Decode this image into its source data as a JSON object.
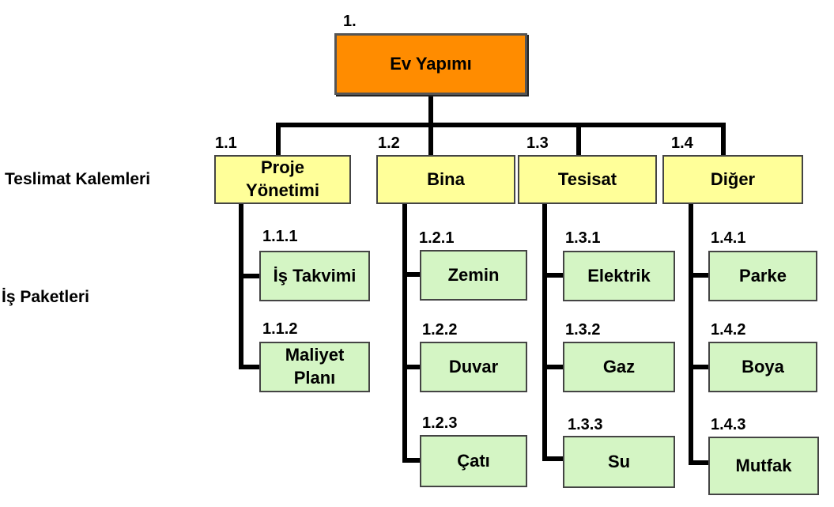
{
  "side_labels": {
    "deliverables": "Teslimat Kalemleri",
    "work_packages": "İş Paketleri"
  },
  "root": {
    "number": "1.",
    "label": "Ev Yapımı"
  },
  "level2": [
    {
      "number": "1.1",
      "label_line1": "Proje",
      "label_line2": "Yönetimi"
    },
    {
      "number": "1.2",
      "label": "Bina"
    },
    {
      "number": "1.3",
      "label": "Tesisat"
    },
    {
      "number": "1.4",
      "label": "Diğer"
    }
  ],
  "level3": {
    "proje": [
      {
        "number": "1.1.1",
        "label": "İş Takvimi"
      },
      {
        "number": "1.1.2",
        "label_line1": "Maliyet",
        "label_line2": "Planı"
      }
    ],
    "bina": [
      {
        "number": "1.2.1",
        "label": "Zemin"
      },
      {
        "number": "1.2.2",
        "label": "Duvar"
      },
      {
        "number": "1.2.3",
        "label": "Çatı"
      }
    ],
    "tesisat": [
      {
        "number": "1.3.1",
        "label": "Elektrik"
      },
      {
        "number": "1.3.2",
        "label": "Gaz"
      },
      {
        "number": "1.3.3",
        "label": "Su"
      }
    ],
    "diger": [
      {
        "number": "1.4.1",
        "label": "Parke"
      },
      {
        "number": "1.4.2",
        "label": "Boya"
      },
      {
        "number": "1.4.3",
        "label": "Mutfak"
      }
    ]
  }
}
